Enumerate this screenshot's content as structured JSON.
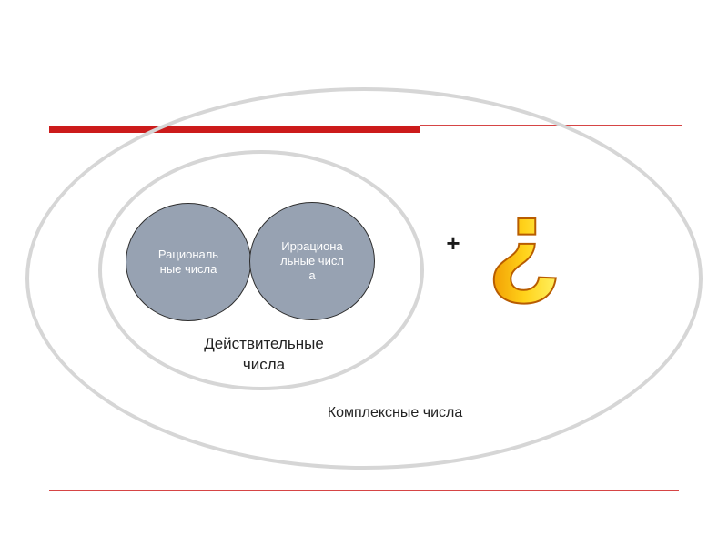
{
  "diagram": {
    "rational_label": "Рациональные числа",
    "irrational_label": "Иррациональные числа",
    "real_label": "Действительные числа",
    "complex_label": "Комплексные числа",
    "plus_symbol": "+",
    "question_symbol": "?"
  },
  "colors": {
    "accent_red": "#cc1b1b",
    "circle_fill": "#97a2b2",
    "ellipse_stroke": "#d6d6d6",
    "question_gradient": [
      "#fff56a",
      "#ffd21a",
      "#f09500"
    ]
  }
}
